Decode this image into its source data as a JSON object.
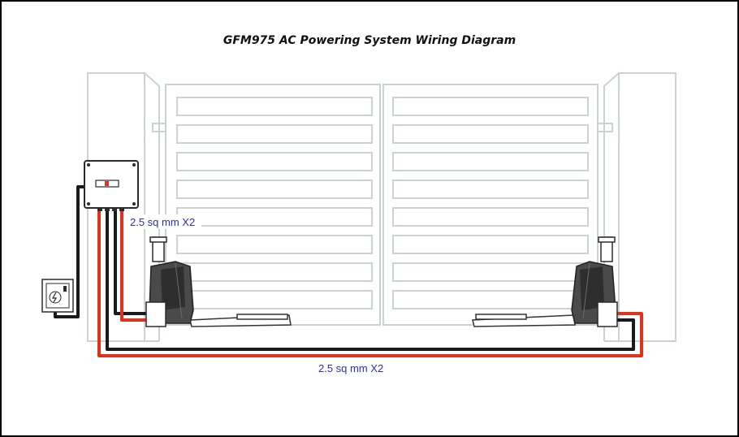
{
  "title": "GFM975 AC Powering System Wiring Diagram",
  "labels": {
    "upper_cable": "2.5 sq mm X2",
    "lower_cable": "2.5 sq mm X2"
  },
  "colors": {
    "gate_outline": "#c9d3cf",
    "wire_red": "#e0321e",
    "wire_black": "#1a1a1a",
    "label_blue": "#2a2ad4",
    "motor_dark": "#3a3a3a"
  },
  "components": {
    "control_box": "control-box",
    "power_socket": "power-socket",
    "left_motor": "left-gate-opener",
    "right_motor": "right-gate-opener"
  }
}
